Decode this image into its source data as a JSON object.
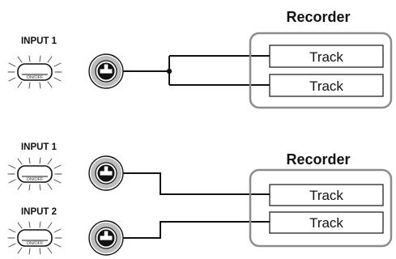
{
  "top_panel": {
    "input_label": "INPUT 1",
    "button_caption": "ON/OFF",
    "recorder_title": "Recorder",
    "tracks": [
      "Track",
      "Track"
    ]
  },
  "bottom_panel": {
    "inputs": [
      {
        "label": "INPUT 1",
        "button_caption": "ON/OFF"
      },
      {
        "label": "INPUT 2",
        "button_caption": "ON/OFF"
      }
    ],
    "recorder_title": "Recorder",
    "tracks": [
      "Track",
      "Track"
    ]
  },
  "icons": {
    "input_jack": "xlr-combo-jack-icon",
    "input_button": "lit-on-off-button-icon"
  },
  "colors": {
    "line": "#111111",
    "recorder_frame": "#8c8c8c",
    "jack_ring": "#bdbdbd"
  }
}
